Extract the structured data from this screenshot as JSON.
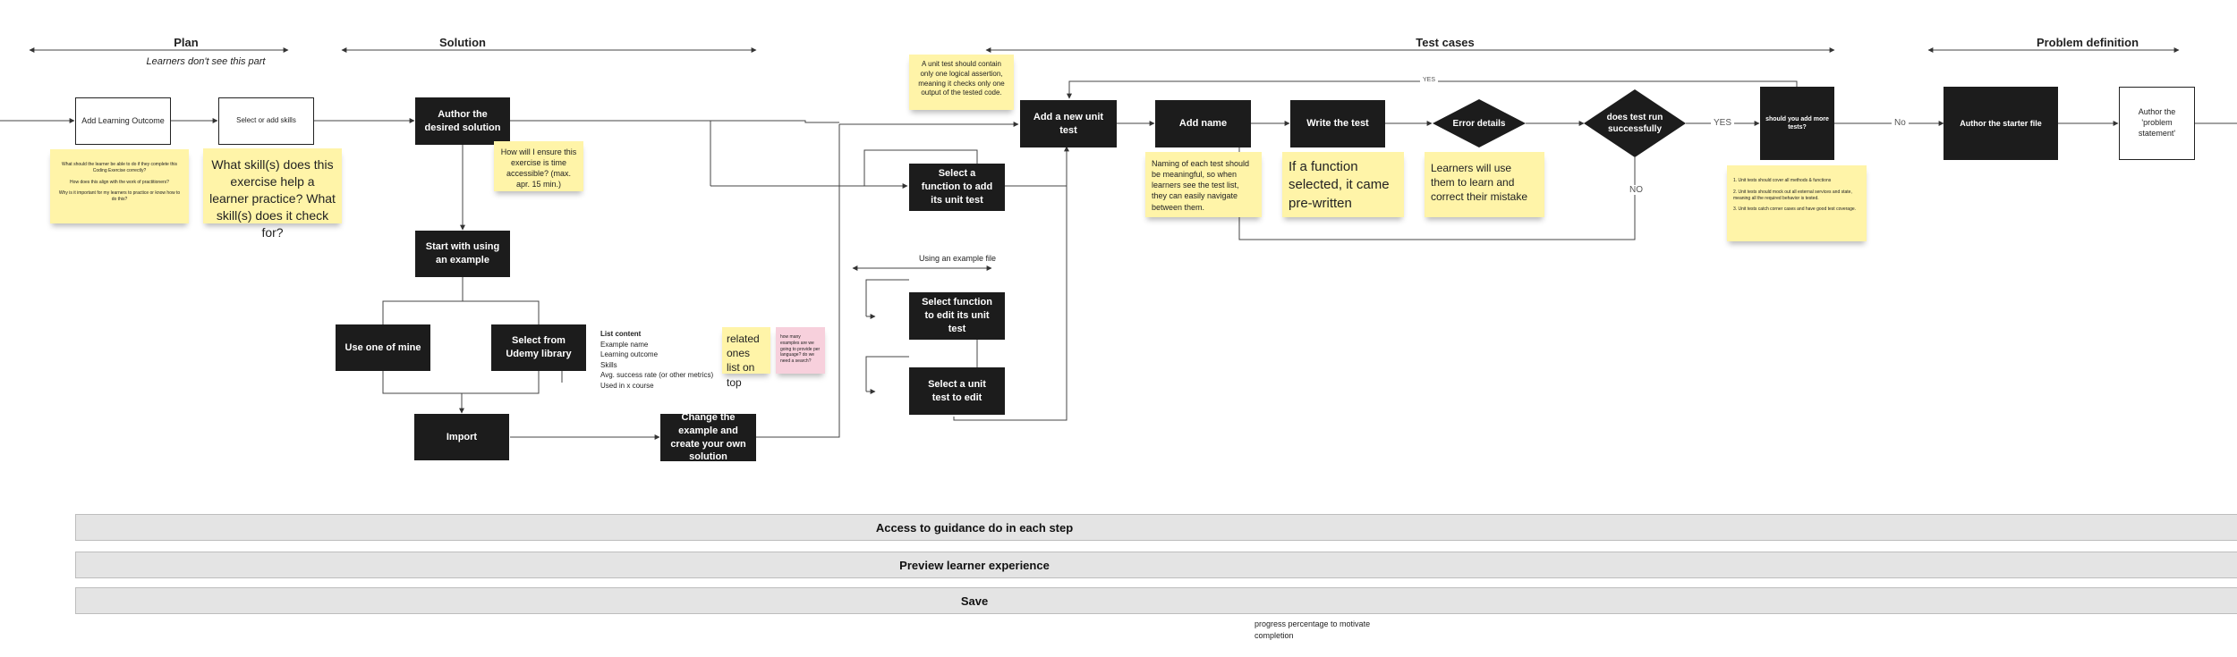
{
  "sections": {
    "plan": "Plan",
    "solution": "Solution",
    "test_cases": "Test cases",
    "problem_definition": "Problem definition"
  },
  "plan_note": "Learners don't see this part",
  "nodes": {
    "add_learning_outcome": "Add Learning Outcome",
    "select_add_skills": "Select or add skills",
    "author_solution": "Author the desired solution",
    "start_with_example": "Start with using an example",
    "use_one_of_mine": "Use one of mine",
    "select_from_udemy": "Select from Udemy library",
    "import": "Import",
    "change_example": "Change the example and create your own solution",
    "select_function_add_test": "Select a function to add its unit test",
    "select_function_edit_test": "Select function to edit its unit test",
    "select_unit_test_edit": "Select a unit test to edit",
    "add_new_unit_test": "Add a new unit test",
    "add_name": "Add name",
    "write_test": "Write the test",
    "error_details": "Error details",
    "does_test_run": "does test run successfully",
    "should_add_more": "should you add more tests?",
    "author_starter_file": "Author the starter file",
    "author_problem_statement": "Author the 'problem statement'"
  },
  "stickies": {
    "plan_questions": [
      "What should the learner be able to do if they complete this Coding Exercise correctly?",
      "How does this align with the work of practitioners?",
      "Why is it important for my learners to practice or know how to do this?"
    ],
    "skills_question": "What skill(s) does this exercise help a learner practice? What skill(s) does it check for?",
    "accessible": "How will I ensure this exercise is time accessible? (max. apr. 15 min.)",
    "related": "related ones list on top",
    "pink": "how many examples are we going to provide per language? do we need a search?",
    "unit_test_assertion": "A unit test should contain only one logical assertion, meaning it checks only one output of the tested code.",
    "naming": "Naming of each test should be meaningful, so when learners see the test list, they can easily navigate between them.",
    "prewritten": "If a function selected, it came pre-written",
    "learners_use": "Learners will use them to learn and correct their mistake",
    "unit_rules": [
      "1. Unit tests should cover all methods & functions",
      "2. Unit tests should mock out all external services and state, meaning all the required behavior is tested.",
      "3. Unit tests catch corner cases and have good test coverage."
    ]
  },
  "list_content": {
    "title": "List content",
    "items": [
      "Example name",
      "Learning outcome",
      "Skills",
      "Avg. success rate (or other metrics)",
      "Used in x course"
    ]
  },
  "labels": {
    "using_example_file": "Using an example file",
    "yes_top": "YES",
    "yes_right": "YES",
    "no_bottom": "NO",
    "no_right": "No"
  },
  "bars": {
    "guidance": "Access to guidance do in each step",
    "preview": "Preview learner experience",
    "save": "Save"
  },
  "footer_note": {
    "line1": "progress percentage to motivate",
    "line2": "completion"
  }
}
